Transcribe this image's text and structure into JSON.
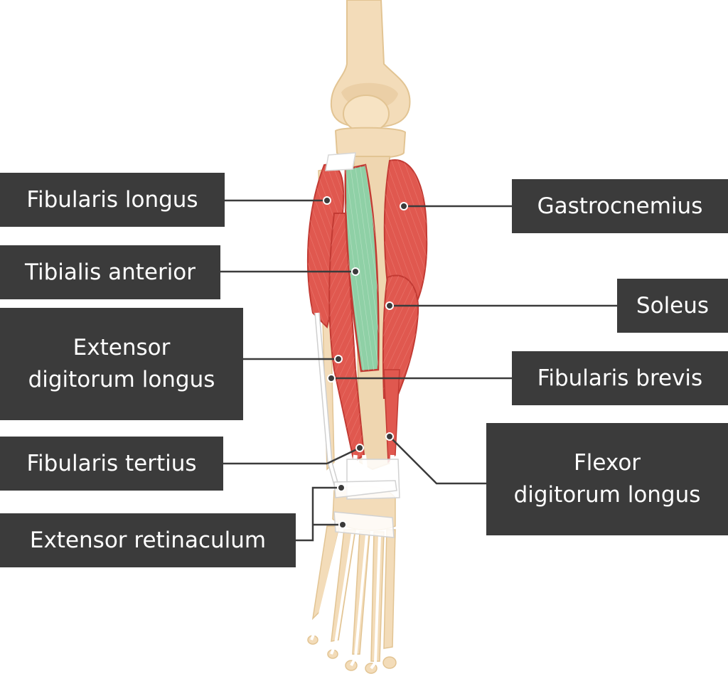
{
  "diagram": {
    "labels": {
      "fibularis_longus": "Fibularis longus",
      "tibialis_anterior": "Tibialis anterior",
      "extensor_digitorum_longus": [
        "Extensor",
        "digitorum longus"
      ],
      "fibularis_tertius": "Fibularis tertius",
      "extensor_retinaculum": "Extensor retinaculum",
      "gastrocnemius": "Gastrocnemius",
      "soleus": "Soleus",
      "fibularis_brevis": "Fibularis brevis",
      "flexor_digitorum_longus": [
        "Flexor",
        "digitorum longus"
      ]
    },
    "colors": {
      "label_bg": "#3b3b3b",
      "label_text": "#ffffff",
      "muscle": "#e0584f",
      "muscle_dark": "#c23a33",
      "highlight_muscle": "#8fd0a6",
      "bone": "#f3dcb9",
      "bone_shade": "#e6c79a",
      "tendon": "#ffffff",
      "leader_line": "#3b3b3b"
    }
  }
}
